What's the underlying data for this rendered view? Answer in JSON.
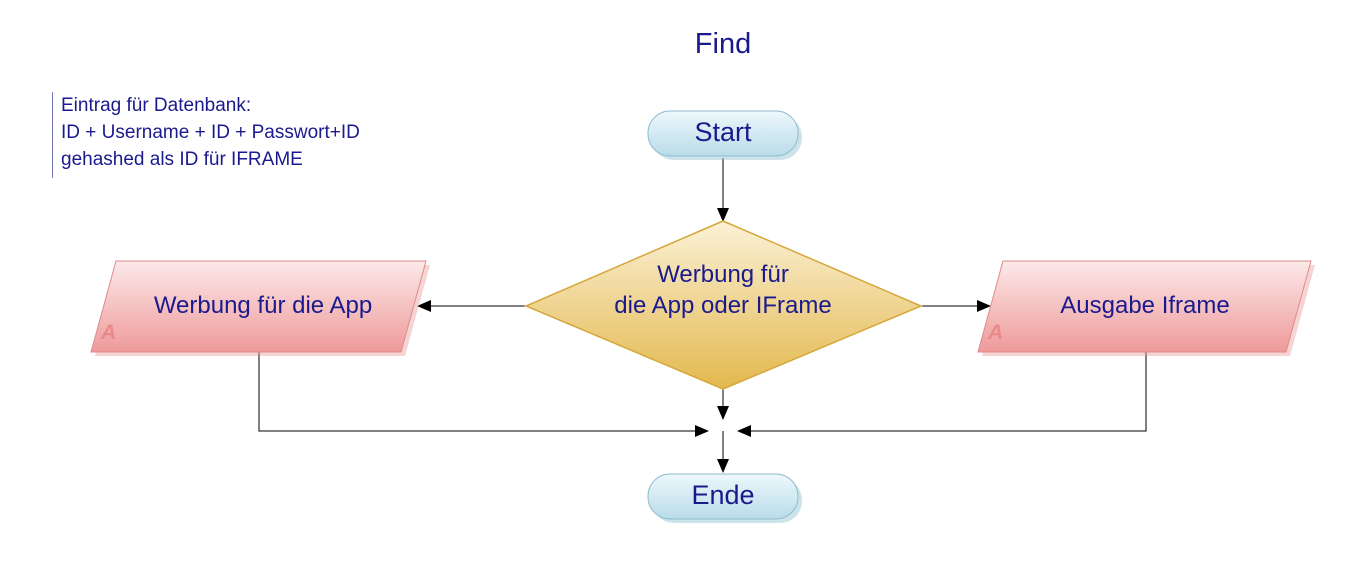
{
  "diagram": {
    "title": "Find",
    "note": {
      "lines": [
        "Eintrag für Datenbank:",
        "ID + Username + ID + Passwort+ID",
        "gehashed als ID für IFRAME"
      ]
    },
    "nodes": {
      "start": {
        "label": "Start",
        "shape": "terminal"
      },
      "decision": {
        "label_lines": [
          "Werbung für",
          "die App oder IFrame"
        ],
        "shape": "diamond"
      },
      "left_output": {
        "label": "Werbung für die App",
        "marker": "A",
        "shape": "parallelogram"
      },
      "right_output": {
        "label": "Ausgabe Iframe",
        "marker": "A",
        "shape": "parallelogram"
      },
      "end": {
        "label": "Ende",
        "shape": "terminal"
      }
    },
    "colors": {
      "text": "#1a1a8c",
      "terminal_fill": "#cfe8f2",
      "decision_fill": "#ecc76a",
      "io_fill": "#f2a6a6",
      "connector": "#000000"
    }
  }
}
